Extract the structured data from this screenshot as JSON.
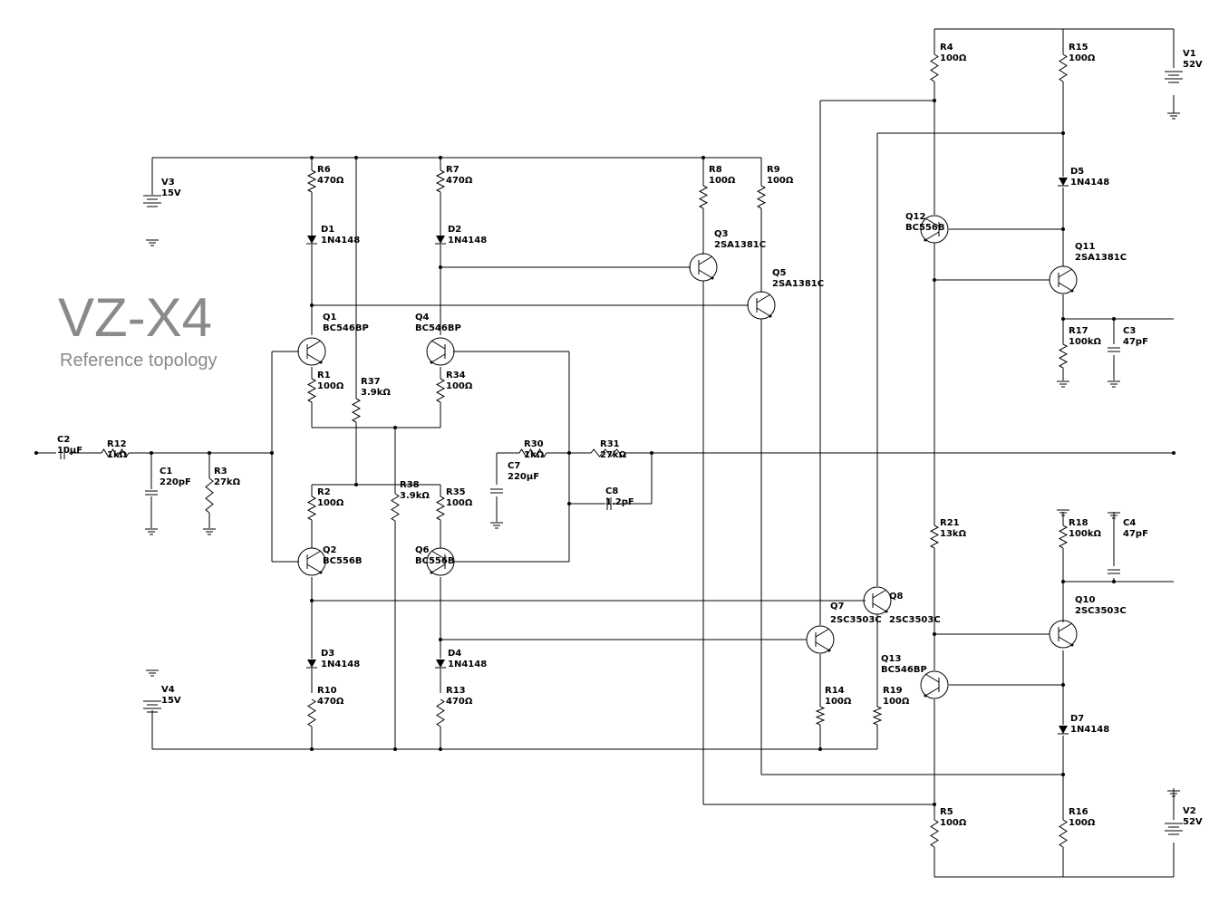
{
  "title": "VZ-X4",
  "subtitle": "Reference topology",
  "components": [
    {
      "ref": "V3",
      "value": "15V"
    },
    {
      "ref": "V4",
      "value": "15V"
    },
    {
      "ref": "V1",
      "value": "52V"
    },
    {
      "ref": "V2",
      "value": "52V"
    },
    {
      "ref": "C2",
      "value": "10µF"
    },
    {
      "ref": "R12",
      "value": "1kΩ"
    },
    {
      "ref": "C1",
      "value": "220pF"
    },
    {
      "ref": "R3",
      "value": "27kΩ"
    },
    {
      "ref": "R6",
      "value": "470Ω"
    },
    {
      "ref": "D1",
      "value": "1N4148"
    },
    {
      "ref": "Q1",
      "value": "BC546BP"
    },
    {
      "ref": "R1",
      "value": "100Ω"
    },
    {
      "ref": "R37",
      "value": "3.9kΩ"
    },
    {
      "ref": "R7",
      "value": "470Ω"
    },
    {
      "ref": "D2",
      "value": "1N4148"
    },
    {
      "ref": "Q4",
      "value": "BC546BP"
    },
    {
      "ref": "R34",
      "value": "100Ω"
    },
    {
      "ref": "R2",
      "value": "100Ω"
    },
    {
      "ref": "Q2",
      "value": "BC556B"
    },
    {
      "ref": "R38",
      "value": "3.9kΩ"
    },
    {
      "ref": "R35",
      "value": "100Ω"
    },
    {
      "ref": "Q6",
      "value": "BC556B"
    },
    {
      "ref": "D3",
      "value": "1N4148"
    },
    {
      "ref": "R10",
      "value": "470Ω"
    },
    {
      "ref": "D4",
      "value": "1N4148"
    },
    {
      "ref": "R13",
      "value": "470Ω"
    },
    {
      "ref": "C7",
      "value": "220µF"
    },
    {
      "ref": "R30",
      "value": "1kΩ"
    },
    {
      "ref": "R31",
      "value": "27kΩ"
    },
    {
      "ref": "C8",
      "value": "1.2pF"
    },
    {
      "ref": "R8",
      "value": "100Ω"
    },
    {
      "ref": "Q3",
      "value": "2SA1381C"
    },
    {
      "ref": "R9",
      "value": "100Ω"
    },
    {
      "ref": "Q5",
      "value": "2SA1381C"
    },
    {
      "ref": "Q7",
      "value": "2SC3503C"
    },
    {
      "ref": "Q8",
      "value": "2SC3503C"
    },
    {
      "ref": "R14",
      "value": "100Ω"
    },
    {
      "ref": "R19",
      "value": "100Ω"
    },
    {
      "ref": "R4",
      "value": "100Ω"
    },
    {
      "ref": "R15",
      "value": "100Ω"
    },
    {
      "ref": "D5",
      "value": "1N4148"
    },
    {
      "ref": "Q12",
      "value": "BC556B"
    },
    {
      "ref": "Q11",
      "value": "2SA1381C"
    },
    {
      "ref": "R17",
      "value": "100kΩ"
    },
    {
      "ref": "C3",
      "value": "47pF"
    },
    {
      "ref": "R21",
      "value": "13kΩ"
    },
    {
      "ref": "R18",
      "value": "100kΩ"
    },
    {
      "ref": "C4",
      "value": "47pF"
    },
    {
      "ref": "Q10",
      "value": "2SC3503C"
    },
    {
      "ref": "Q13",
      "value": "BC546BP"
    },
    {
      "ref": "D7",
      "value": "1N4148"
    },
    {
      "ref": "R5",
      "value": "100Ω"
    },
    {
      "ref": "R16",
      "value": "100Ω"
    }
  ]
}
